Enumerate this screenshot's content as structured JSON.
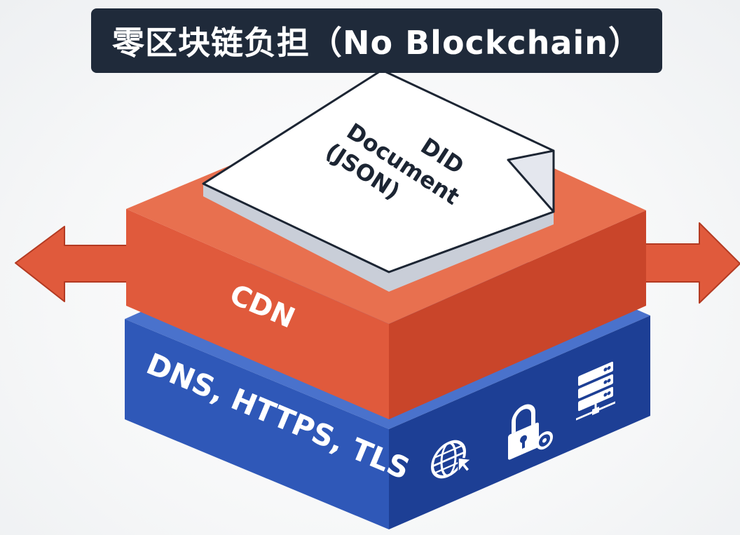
{
  "title": "零区块链负担（No Blockchain）",
  "document": {
    "line1": "DID",
    "line2": "Document",
    "line3": "(JSON)"
  },
  "layers": {
    "cdn": "CDN",
    "protocols": "DNS, HTTPS, TLS"
  },
  "icons": [
    "globe-cursor-icon",
    "lock-key-icon",
    "server-network-icon"
  ],
  "colors": {
    "banner": "#1f2a3a",
    "cdn_layer": "#e05a3c",
    "protocol_layer": "#2f58b8",
    "arrow": "#e05a3c",
    "document": "#ffffff"
  }
}
